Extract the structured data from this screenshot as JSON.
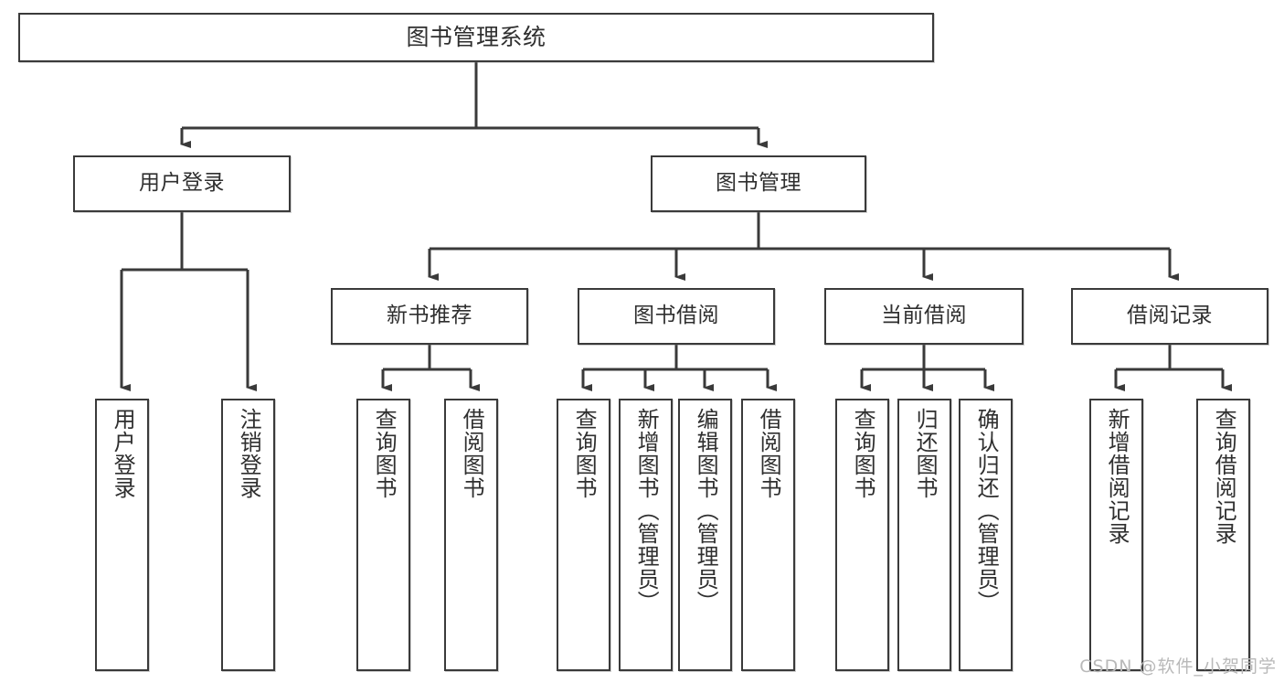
{
  "diagram": {
    "title": "图书管理系统",
    "type": "function-structure-tree",
    "root": {
      "label": "图书管理系统"
    },
    "level2": [
      {
        "label": "用户登录"
      },
      {
        "label": "图书管理"
      }
    ],
    "level3": [
      {
        "label": "新书推荐"
      },
      {
        "label": "图书借阅"
      },
      {
        "label": "当前借阅"
      },
      {
        "label": "借阅记录"
      }
    ],
    "leaves": {
      "user_login": [
        {
          "label": "用户登录"
        },
        {
          "label": "注销登录"
        }
      ],
      "new_book_recommend": [
        {
          "label": "查询图书"
        },
        {
          "label": "借阅图书"
        }
      ],
      "book_borrow": [
        {
          "label": "查询图书"
        },
        {
          "label": "新增图书（管理员）"
        },
        {
          "label": "编辑图书（管理员）"
        },
        {
          "label": "借阅图书"
        }
      ],
      "current_borrow": [
        {
          "label": "查询图书"
        },
        {
          "label": "归还图书"
        },
        {
          "label": "确认归还（管理员）"
        }
      ],
      "borrow_record": [
        {
          "label": "新增借阅记录"
        },
        {
          "label": "查询借阅记录"
        }
      ]
    }
  },
  "watermark": {
    "text": "CSDN @软件_小贺同学"
  },
  "colors": {
    "border": "#3a3a3a",
    "text": "#2f2f2f",
    "background": "#ffffff",
    "connector": "#3a3a3a",
    "watermark": "#b9b9b9"
  }
}
